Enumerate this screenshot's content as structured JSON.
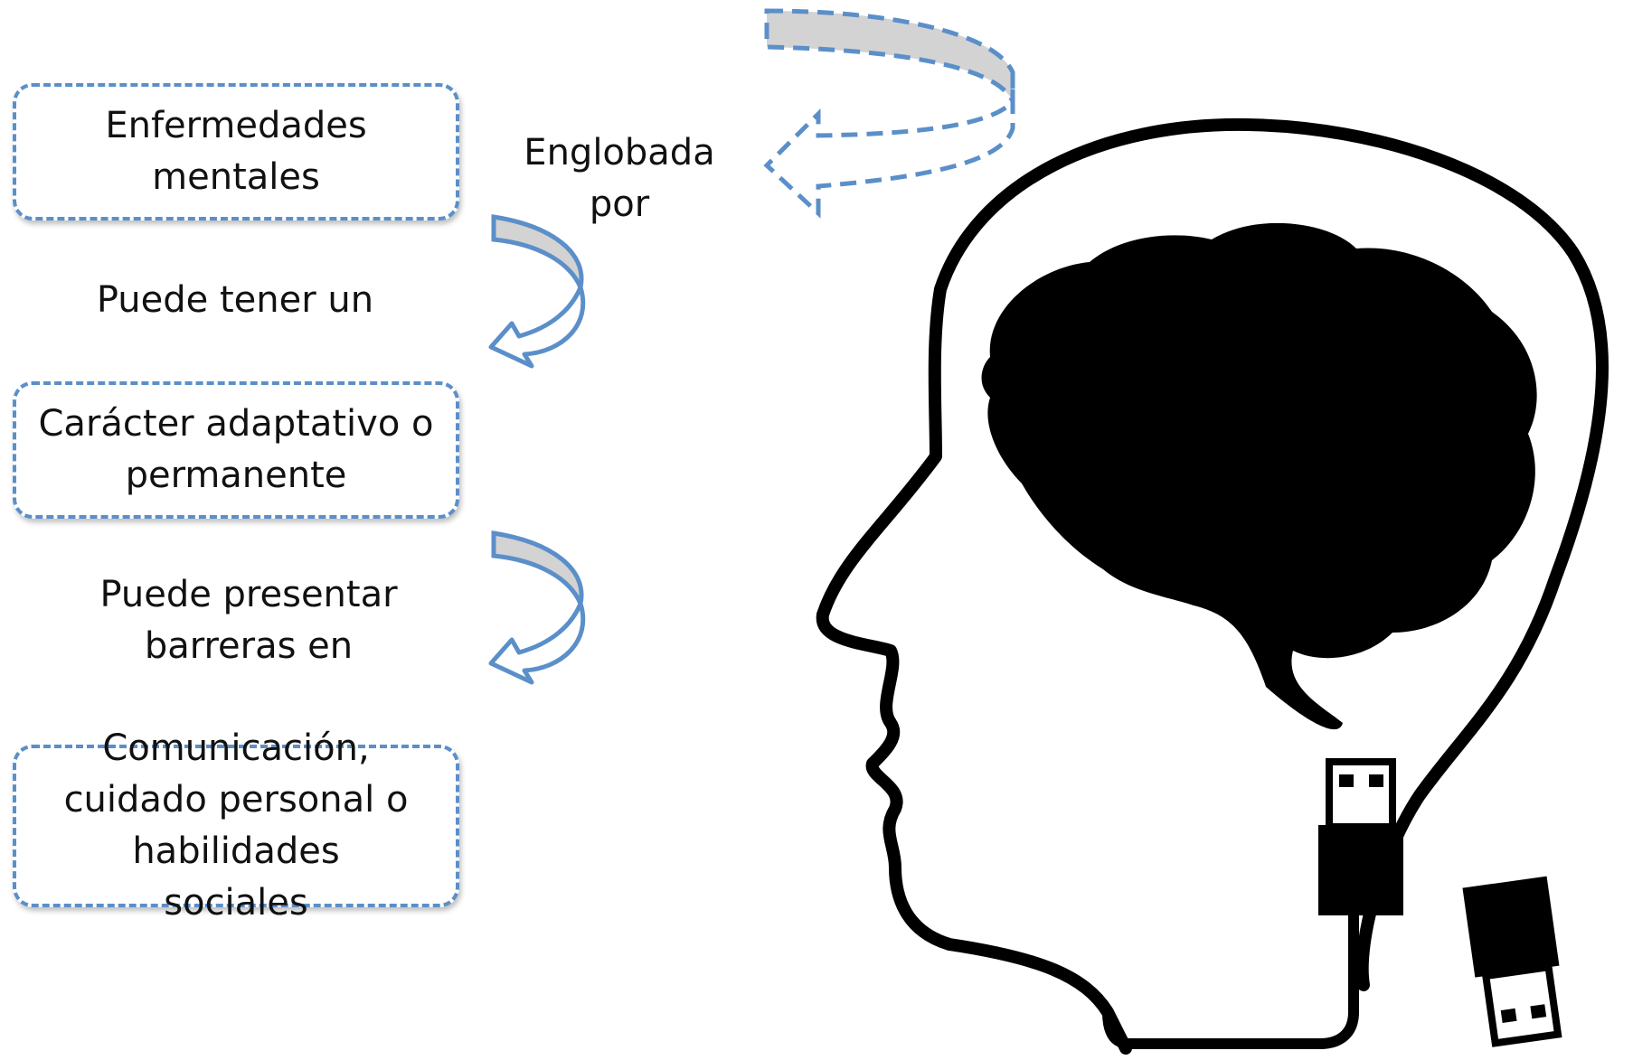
{
  "boxes": {
    "mental_illness": "Enfermedades mentales",
    "character": "Carácter adaptativo o permanente",
    "skills": "Comunicación, cuidado personal o habilidades sociales"
  },
  "connectors": {
    "encompassed_by": "Englobada por",
    "can_have": "Puede tener un",
    "can_present": "Puede presentar barreras en"
  },
  "illustration": {
    "subject": "head-silhouette-with-brain-and-usb-cable"
  },
  "colors": {
    "box_border": "#5b8fc9",
    "arrow_fill": "#d3d3d3",
    "silhouette": "#000000"
  }
}
